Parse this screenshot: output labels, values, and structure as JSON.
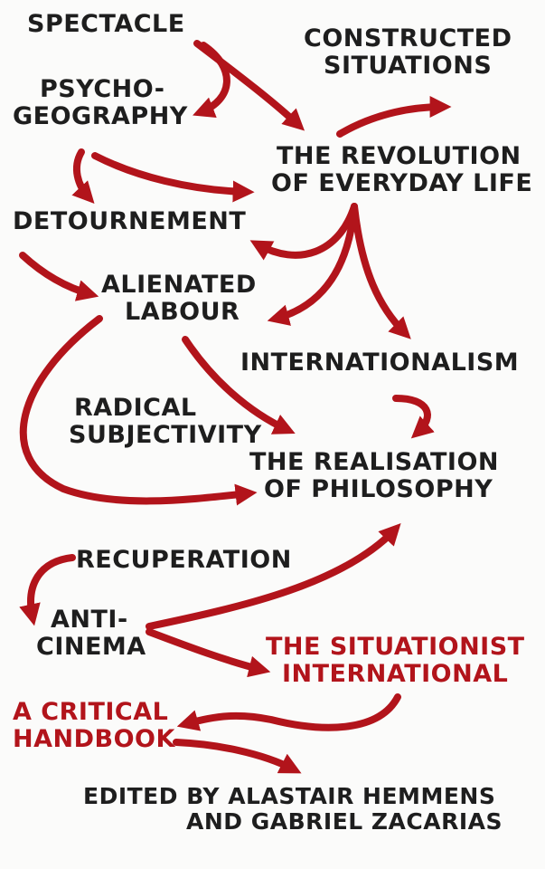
{
  "terms": {
    "spectacle": "SPECTACLE",
    "constructed": [
      "CONSTRUCTED",
      "SITUATIONS"
    ],
    "psychogeography": [
      "PSYCHO-",
      "GEOGRAPHY"
    ],
    "revolution": [
      "THE REVOLUTION",
      "OF EVERYDAY LIFE"
    ],
    "detournement": "DETOURNEMENT",
    "alienated": [
      "ALIENATED",
      "LABOUR"
    ],
    "internationalism": "INTERNATIONALISM",
    "radical": [
      "RADICAL",
      "SUBJECTIVITY"
    ],
    "realisation": [
      "THE REALISATION",
      "OF PHILOSOPHY"
    ],
    "recuperation": "RECUPERATION",
    "anticinema": [
      "ANTI-",
      "CINEMA"
    ]
  },
  "title": [
    "THE SITUATIONIST",
    "INTERNATIONAL"
  ],
  "subtitle": [
    "A CRITICAL",
    "HANDBOOK"
  ],
  "editors": [
    "EDITED BY ALASTAIR HEMMENS",
    "AND GABRIEL ZACARIAS"
  ],
  "colors": {
    "background": "#fbfbfa",
    "text": "#1e1e1e",
    "accent": "#b2141b"
  }
}
